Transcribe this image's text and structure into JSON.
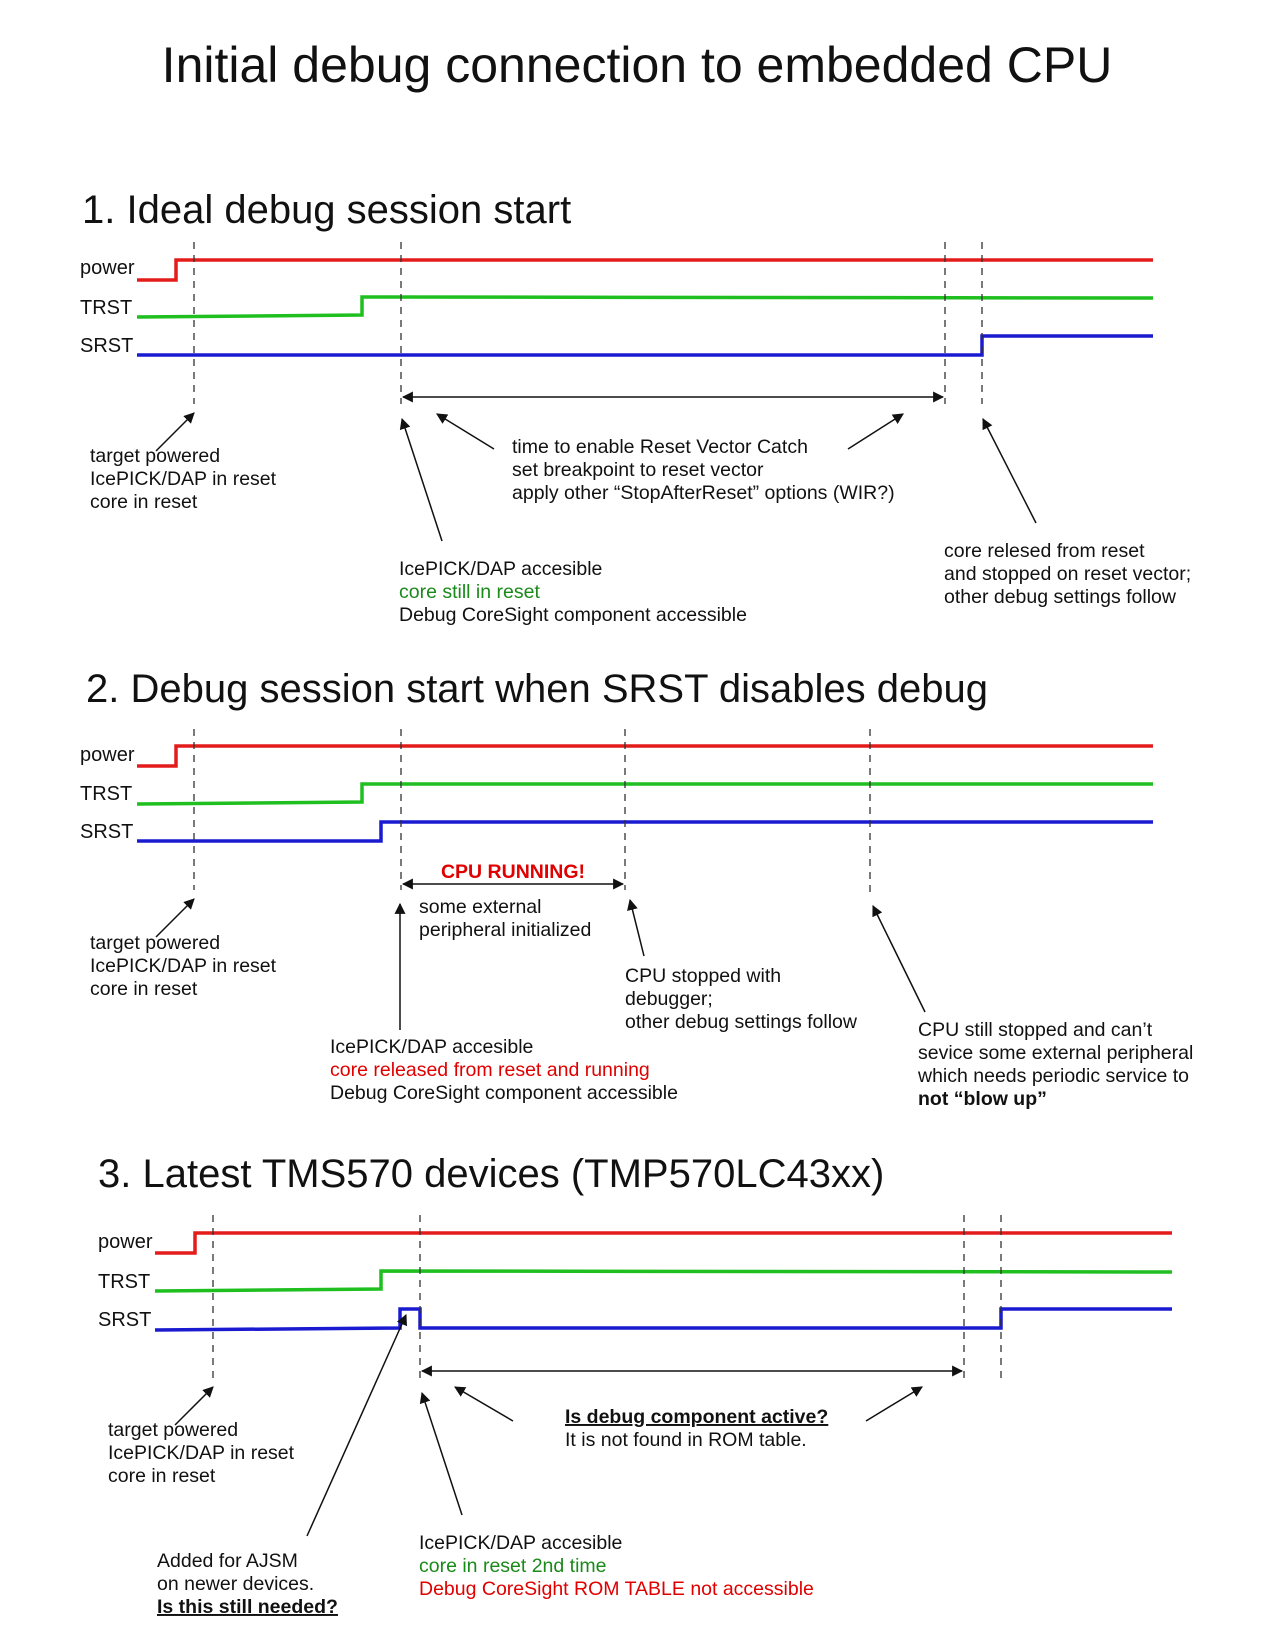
{
  "title": "Initial debug connection to embedded CPU",
  "colors": {
    "power": "#e41b1b",
    "trst": "#1fbf1f",
    "srst": "#1a1ad0"
  },
  "signals": {
    "power": "power",
    "trst": "TRST",
    "srst": "SRST"
  },
  "section1": {
    "heading": "1. Ideal debug session start",
    "note_target": [
      "target powered",
      "IcePICK/DAP in reset",
      "core in reset"
    ],
    "note_window": [
      "time to enable Reset Vector Catch",
      "set breakpoint to reset vector",
      "apply other “StopAfterReset” options (WIR?)"
    ],
    "note_access_1": "IcePICK/DAP accesible",
    "note_access_2": "core still in reset",
    "note_access_3": "Debug CoreSight component accessible",
    "note_release": [
      "core relesed from reset",
      "and stopped on reset vector;",
      "other debug settings follow"
    ]
  },
  "section2": {
    "heading": "2. Debug session start when SRST disables debug",
    "cpu_running": "CPU RUNNING!",
    "note_peripheral": [
      "some external",
      "peripheral initialized"
    ],
    "note_target": [
      "target powered",
      "IcePICK/DAP in reset",
      "core in reset"
    ],
    "note_stopped": [
      "CPU stopped with",
      "debugger;",
      "other debug settings follow"
    ],
    "note_access_1": "IcePICK/DAP accesible",
    "note_access_2": "core released from reset and running",
    "note_access_3": "Debug CoreSight component accessible",
    "note_still_1": "CPU still stopped and can’t",
    "note_still_2": "sevice some external peripheral",
    "note_still_3": "which needs periodic service to",
    "note_still_4": "not “blow up”"
  },
  "section3": {
    "heading": "3. Latest TMS570 devices (TMP570LC43xx)",
    "note_target": [
      "target powered",
      "IcePICK/DAP in reset",
      "core in reset"
    ],
    "note_question_1": "Is debug component active?",
    "note_question_2": "It is not found in ROM table.",
    "note_ajsm_1": "Added for AJSM",
    "note_ajsm_2": "on newer devices.",
    "note_ajsm_3": "Is this still needed?",
    "note_access_1": "IcePICK/DAP accesible",
    "note_access_2": "core in reset 2nd time",
    "note_access_3": "Debug CoreSight ROM TABLE not accessible"
  }
}
